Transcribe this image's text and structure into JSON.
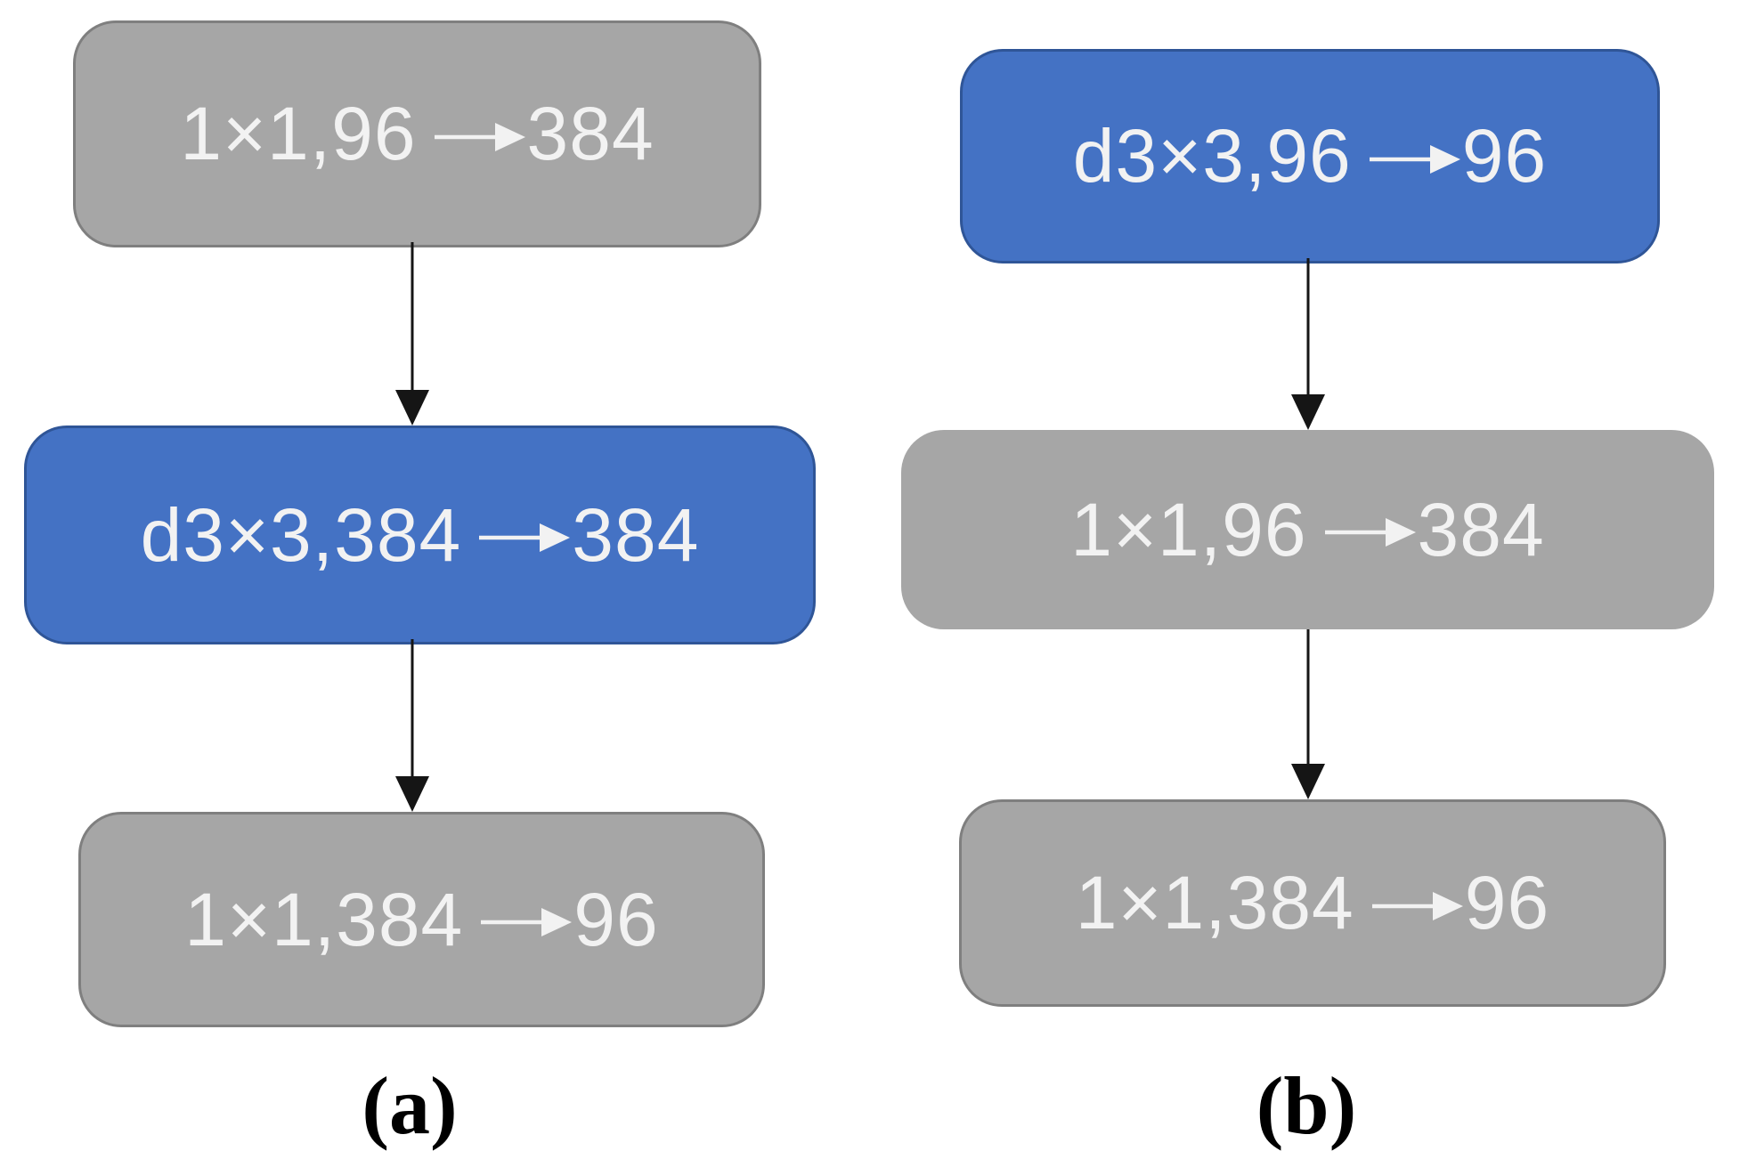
{
  "figure": {
    "panels": [
      {
        "caption": "(a)",
        "nodes": [
          {
            "conv": "1×1,96",
            "out": "384",
            "style": "gray"
          },
          {
            "conv": "d3×3,384",
            "out": "384",
            "style": "blue"
          },
          {
            "conv": "1×1,384",
            "out": "96",
            "style": "gray"
          }
        ]
      },
      {
        "caption": "(b)",
        "nodes": [
          {
            "conv": "d3×3,96",
            "out": "96",
            "style": "blue"
          },
          {
            "conv": "1×1,96",
            "out": "384",
            "style": "gray"
          },
          {
            "conv": "1×1,384",
            "out": "96",
            "style": "gray"
          }
        ]
      }
    ]
  },
  "colors": {
    "node_blue": "#4472C4",
    "node_blue_border": "#2F5597",
    "node_gray": "#A6A6A6",
    "node_gray_border": "#7F7F7F",
    "node_text": "#F2F2F2",
    "connector": "#151515",
    "background": "#FFFFFF"
  }
}
